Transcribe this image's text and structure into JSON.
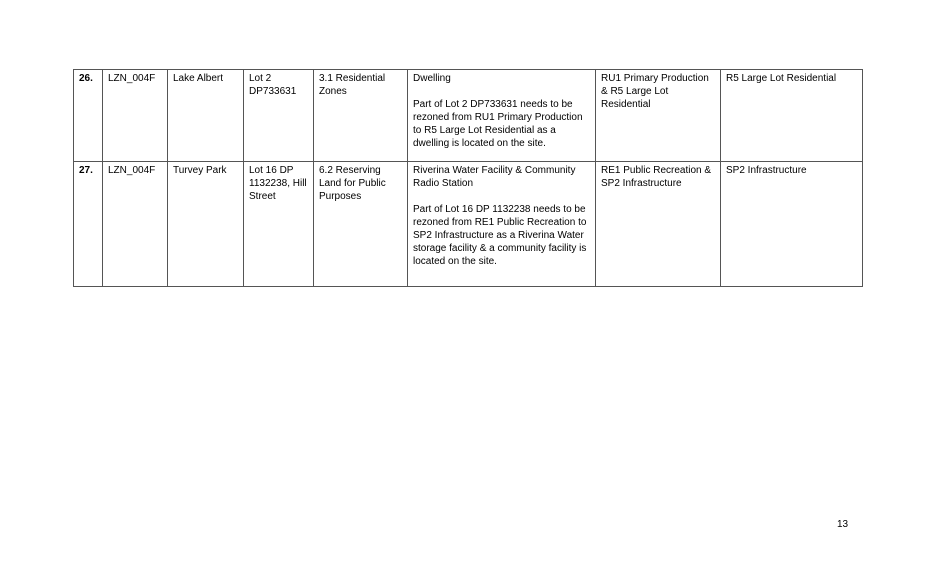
{
  "rows": [
    {
      "number": "26.",
      "code": "LZN_004F",
      "location": "Lake Albert",
      "lot": "Lot 2 DP733631",
      "category": "3.1 Residential Zones",
      "description_title": "Dwelling",
      "description_body": "Part of Lot 2 DP733631 needs to be rezoned from RU1 Primary Production to R5 Large Lot Residential as a dwelling is located on the site.",
      "current_zone": "RU1 Primary Production & R5 Large Lot Residential",
      "proposed_zone": "R5 Large Lot Residential"
    },
    {
      "number": "27.",
      "code": "LZN_004F",
      "location": "Turvey Park",
      "lot": "Lot 16 DP 1132238, Hill Street",
      "category": "6.2 Reserving Land for Public Purposes",
      "description_title": "Riverina Water Facility & Community Radio Station",
      "description_body": "Part of Lot 16 DP 1132238 needs to be rezoned from RE1 Public Recreation to SP2 Infrastructure as a Riverina Water storage facility & a community facility is located on the site.",
      "current_zone": "RE1 Public Recreation & SP2 Infrastructure",
      "proposed_zone": "SP2 Infrastructure"
    }
  ],
  "page_number": "13"
}
